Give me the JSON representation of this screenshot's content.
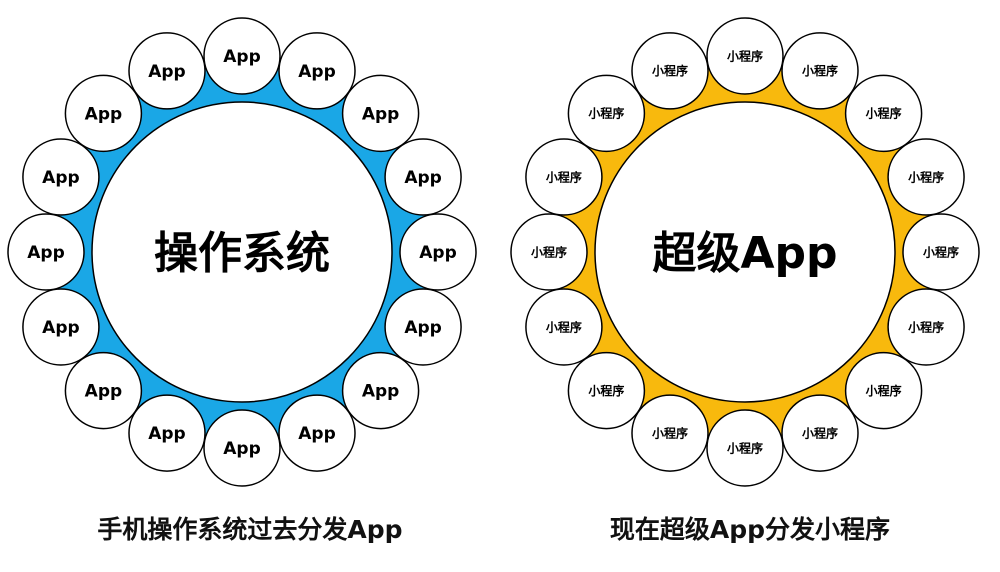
{
  "left_diagram": {
    "center_label": "操作系统",
    "node_label": "App",
    "node_count": 16,
    "ring_color": "#1aa7e6",
    "caption": "手机操作系统过去分发App"
  },
  "right_diagram": {
    "center_label": "超级App",
    "node_label": "小程序",
    "node_count": 16,
    "ring_color": "#f8b90d",
    "caption": "现在超级App分发小程序"
  }
}
